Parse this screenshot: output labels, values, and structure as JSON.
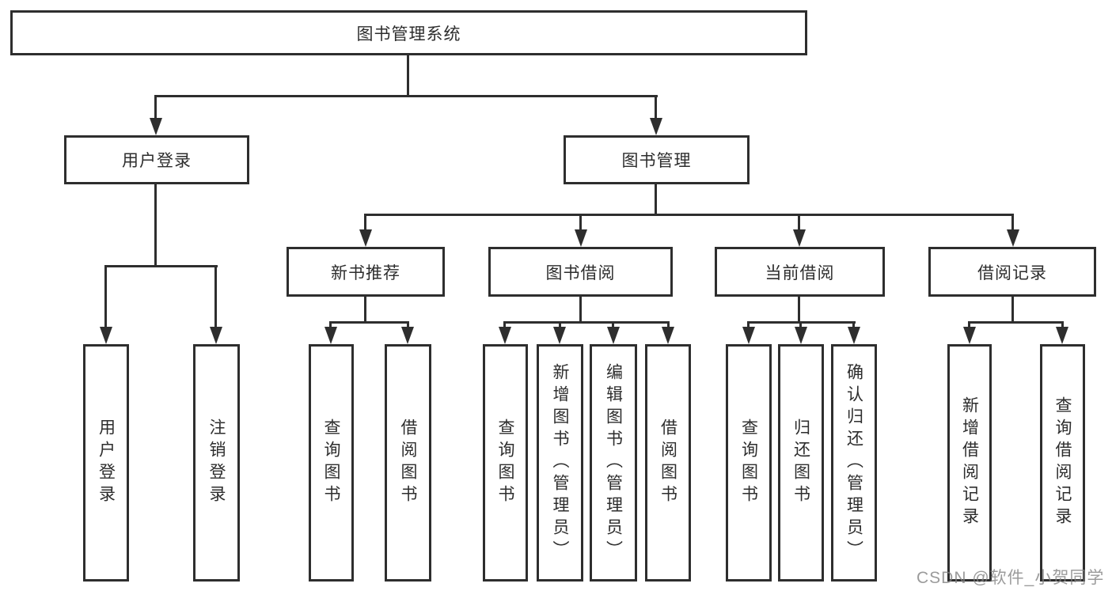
{
  "diagram_title": "图书管理系统",
  "tree": {
    "label": "图书管理系统",
    "children": [
      {
        "label": "用户登录",
        "children": [
          {
            "label": "用户登录"
          },
          {
            "label": "注销登录"
          }
        ]
      },
      {
        "label": "图书管理",
        "children": [
          {
            "label": "新书推荐",
            "children": [
              {
                "label": "查询图书"
              },
              {
                "label": "借阅图书"
              }
            ]
          },
          {
            "label": "图书借阅",
            "children": [
              {
                "label": "查询图书"
              },
              {
                "label": "新增图书（管理员）"
              },
              {
                "label": "编辑图书（管理员）"
              },
              {
                "label": "借阅图书"
              }
            ]
          },
          {
            "label": "当前借阅",
            "children": [
              {
                "label": "查询图书"
              },
              {
                "label": "归还图书"
              },
              {
                "label": "确认归还（管理员）"
              }
            ]
          },
          {
            "label": "借阅记录",
            "children": [
              {
                "label": "新增借阅记录"
              },
              {
                "label": "查询借阅记录"
              }
            ]
          }
        ]
      }
    ]
  },
  "watermark": {
    "text": "CSDN @软件_小贺同学"
  },
  "colors": {
    "line": "#2e2e2e",
    "text": "#2d2d2d",
    "background": "#ffffff",
    "watermark": "#828282"
  }
}
